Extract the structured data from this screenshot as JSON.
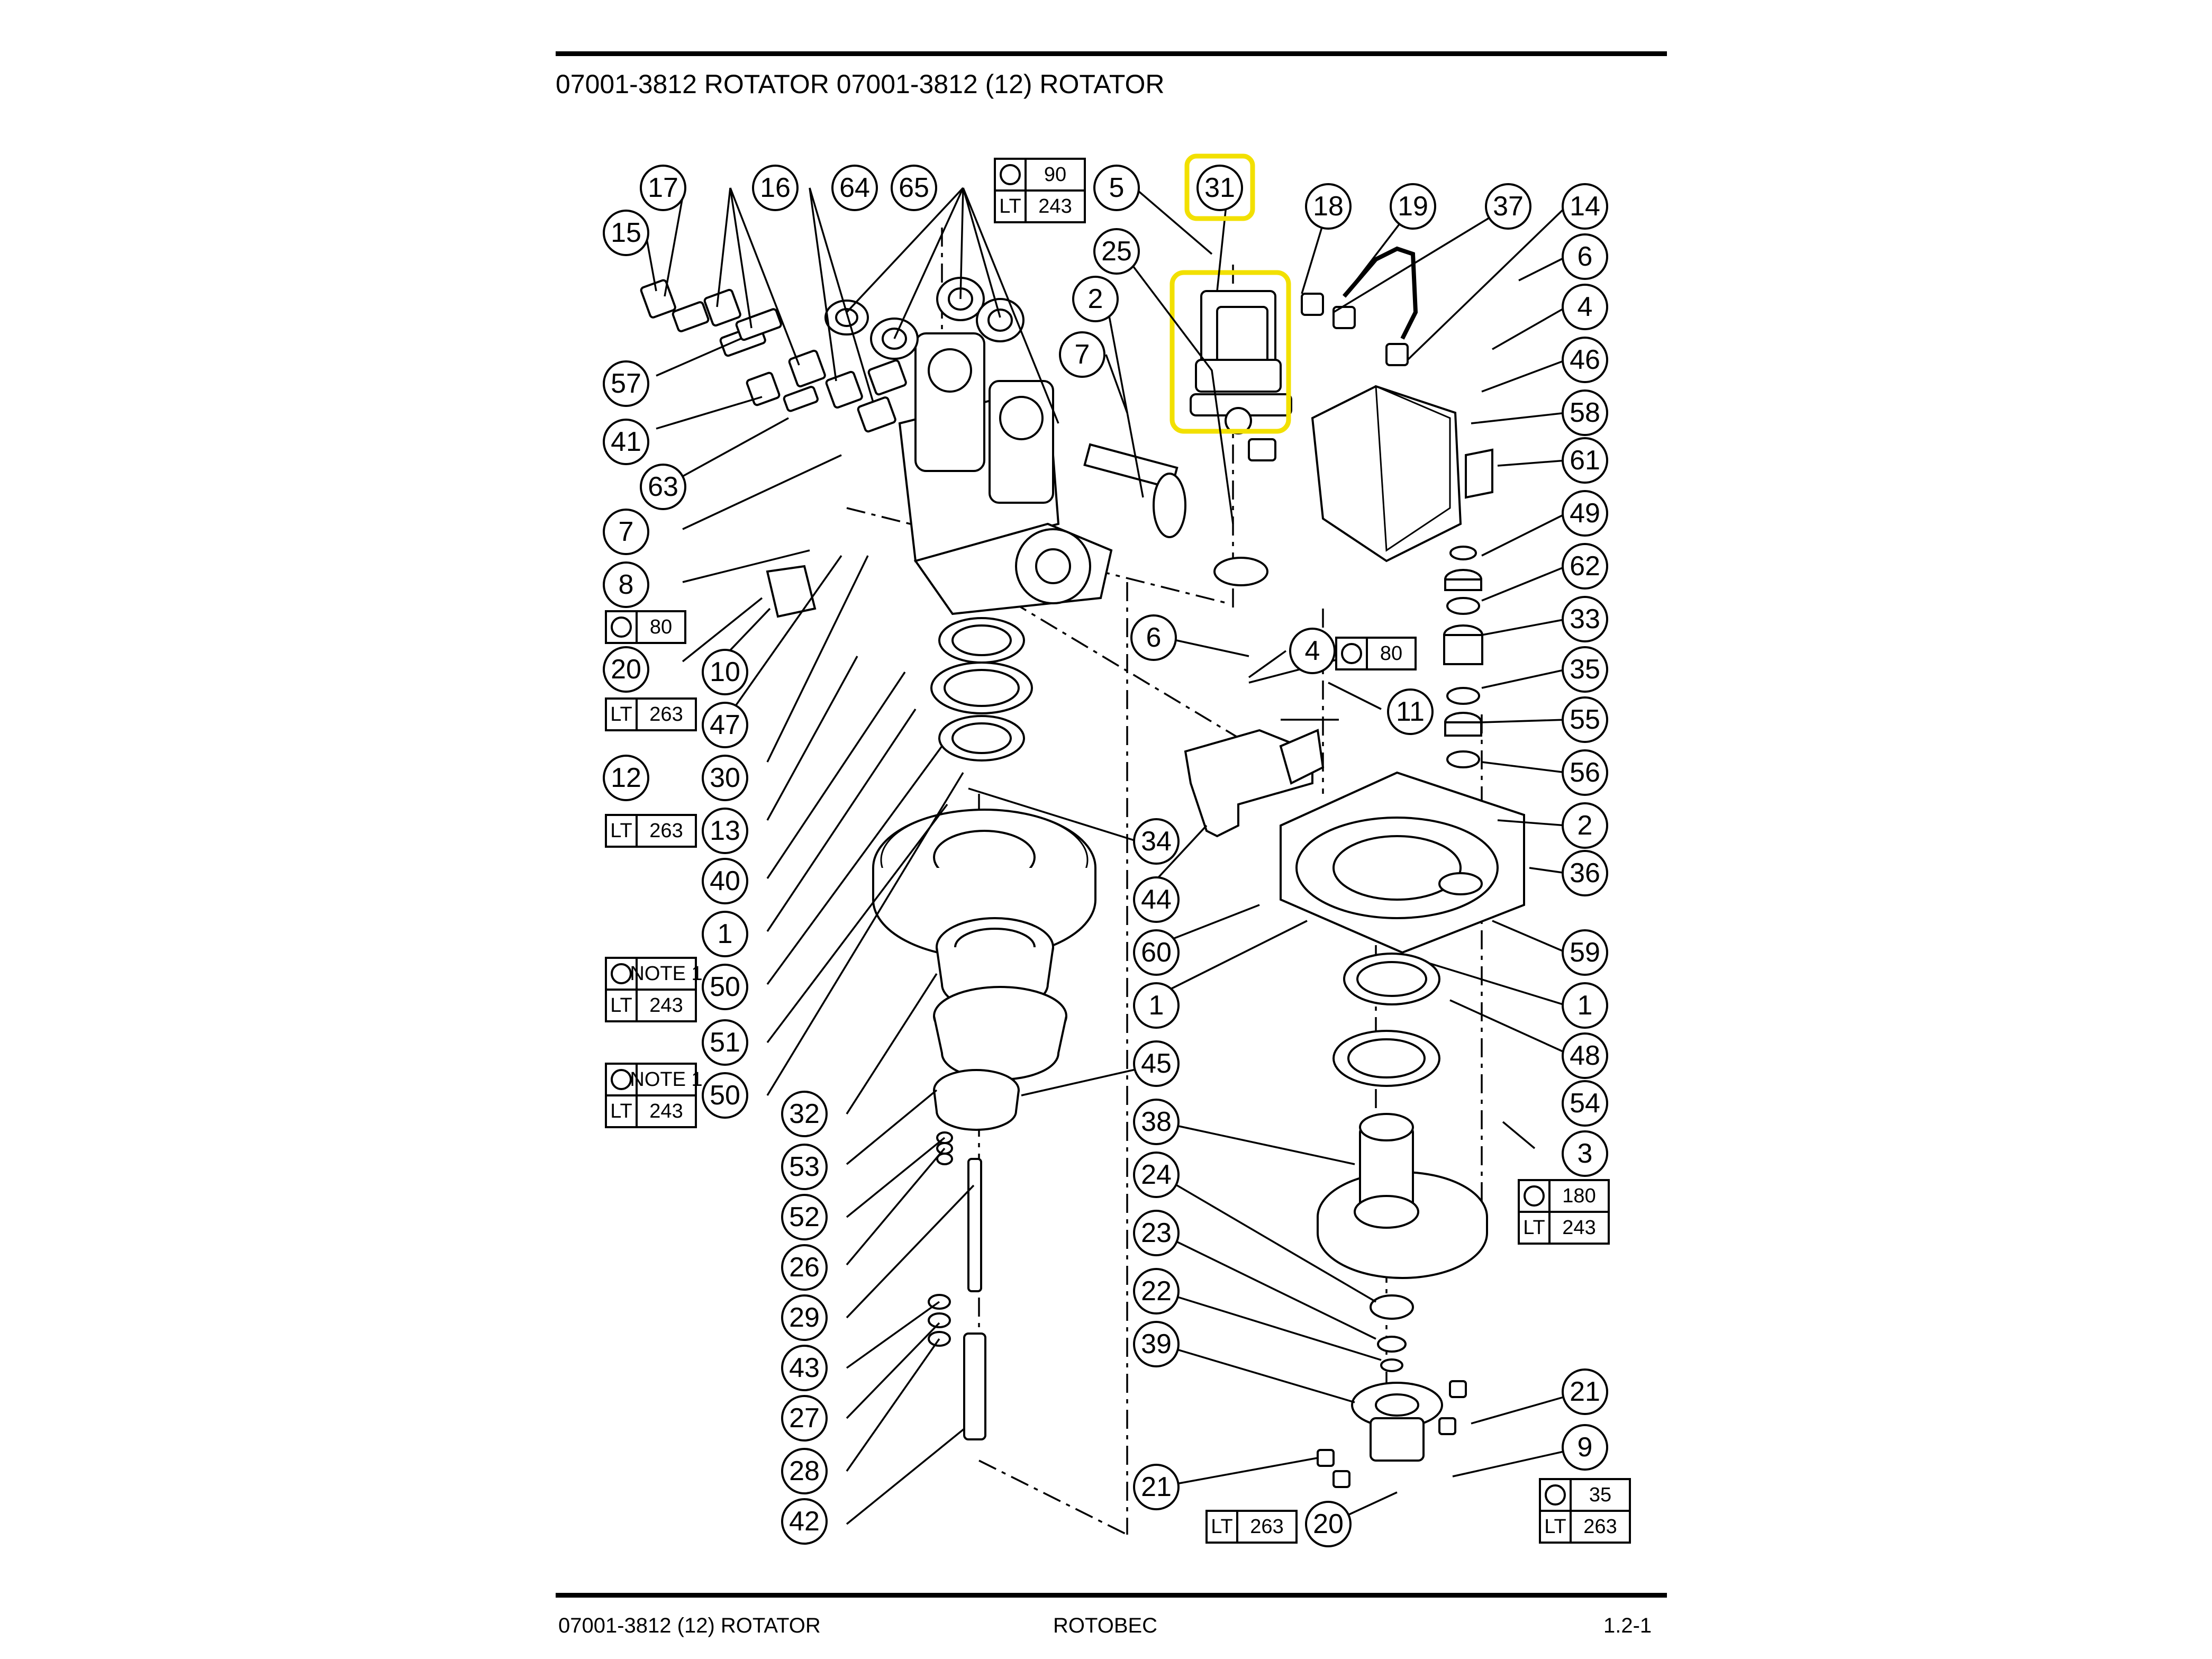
{
  "header": {
    "title": "07001-3812 ROTATOR  07001-3812 (12) ROTATOR"
  },
  "footer": {
    "left": "07001-3812 (12) ROTATOR",
    "center": "ROTOBEC",
    "right": "1.2-1"
  },
  "highlight_color": "#f2e000",
  "callouts": [
    "17",
    "16",
    "64",
    "65",
    "15",
    "57",
    "41",
    "63",
    "7",
    "8",
    "20",
    "10",
    "47",
    "12",
    "30",
    "13",
    "40",
    "1",
    "50",
    "51",
    "50",
    "32",
    "53",
    "52",
    "26",
    "29",
    "43",
    "27",
    "28",
    "42",
    "5",
    "31",
    "18",
    "19",
    "37",
    "14",
    "6",
    "4",
    "46",
    "58",
    "61",
    "49",
    "62",
    "33",
    "35",
    "55",
    "56",
    "2",
    "36",
    "59",
    "1",
    "48",
    "54",
    "3",
    "25",
    "2",
    "7",
    "6",
    "4",
    "11",
    "34",
    "44",
    "60",
    "1",
    "45",
    "38",
    "24",
    "23",
    "22",
    "39",
    "21",
    "9",
    "21",
    "20"
  ],
  "spec_boxes": [
    {
      "id": "torque-90",
      "torque": "90",
      "lt": "LT",
      "adhesive": "243"
    },
    {
      "id": "torque-80-left",
      "torque": "80"
    },
    {
      "id": "lt-263-a",
      "lt": "LT",
      "adhesive": "263"
    },
    {
      "id": "lt-263-b",
      "lt": "LT",
      "adhesive": "263"
    },
    {
      "id": "note1-a",
      "torque": "NOTE 1",
      "lt": "LT",
      "adhesive": "243"
    },
    {
      "id": "note1-b",
      "torque": "NOTE 1",
      "lt": "LT",
      "adhesive": "243"
    },
    {
      "id": "torque-80-right",
      "torque": "80"
    },
    {
      "id": "torque-180",
      "torque": "180",
      "lt": "LT",
      "adhesive": "243"
    },
    {
      "id": "lt-263-c",
      "lt": "LT",
      "adhesive": "263"
    },
    {
      "id": "torque-35",
      "torque": "35",
      "lt": "LT",
      "adhesive": "263"
    }
  ]
}
